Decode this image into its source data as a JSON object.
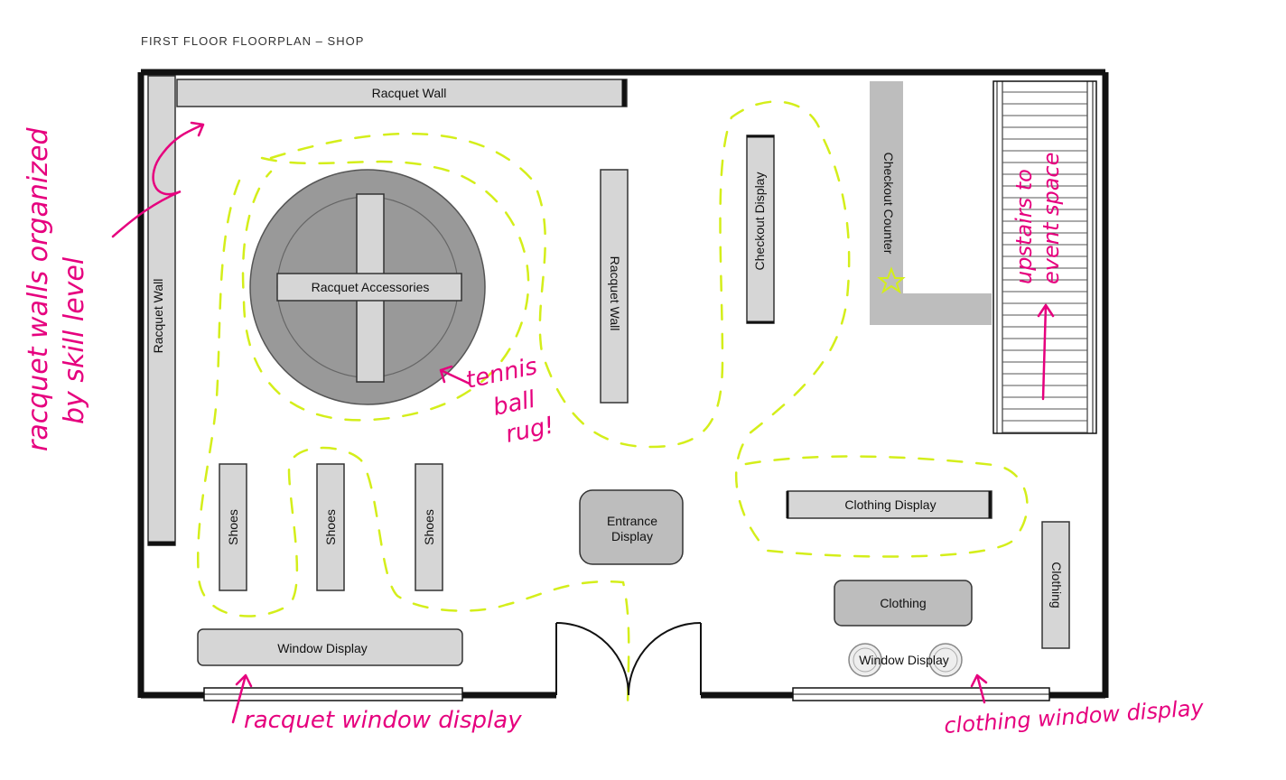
{
  "title": "FIRST FLOOR FLOORPLAN – SHOP",
  "labels": {
    "racquet_wall_top": "Racquet Wall",
    "racquet_wall_left": "Racquet Wall",
    "racquet_wall_center": "Racquet Wall",
    "racquet_accessories": "Racquet Accessories",
    "checkout_display": "Checkout Display",
    "checkout_counter": "Checkout Counter",
    "shoes_1": "Shoes",
    "shoes_2": "Shoes",
    "shoes_3": "Shoes",
    "entrance_display_line1": "Entrance",
    "entrance_display_line2": "Display",
    "clothing_display": "Clothing Display",
    "clothing_center": "Clothing",
    "clothing_side": "Clothing",
    "window_display_left": "Window Display",
    "window_display_right": "Window Display"
  },
  "annotations": {
    "racquet_walls_line1": "racquet walls organized",
    "racquet_walls_line2": "by skill level",
    "tennis_line1": "tennis",
    "tennis_line2": "ball",
    "tennis_line3": "rug!",
    "upstairs_line1": "upstairs to",
    "upstairs_line2": "event space",
    "racquet_window": "racquet window display",
    "clothing_window": "clothing window display"
  },
  "colors": {
    "wall": "#111111",
    "fixture_fill": "#d6d6d6",
    "rug_fill": "#999999",
    "counter_fill": "#bdbdbd",
    "path": "#d4ee1a",
    "annotation": "#e6007e"
  }
}
